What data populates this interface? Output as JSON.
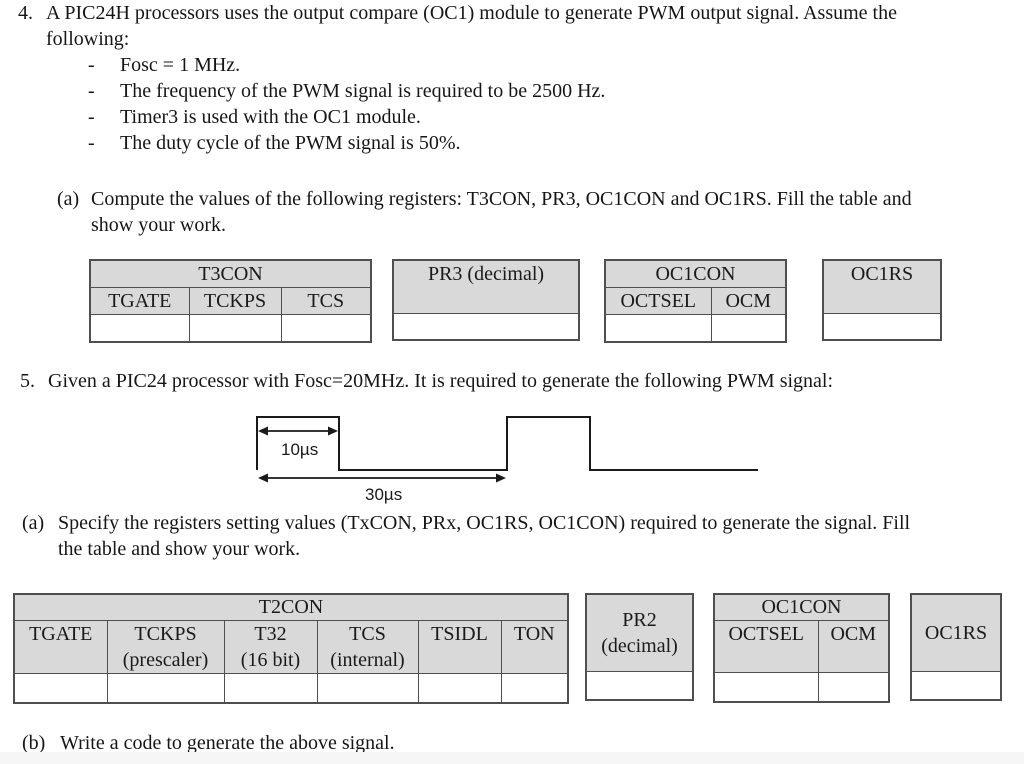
{
  "q4": {
    "number": "4.",
    "line1": "A PIC24H processors uses the output compare (OC1) module to generate PWM output signal. Assume the",
    "line2": "following:",
    "bullets": [
      {
        "dash": "-",
        "text": "Fosc = 1 MHz."
      },
      {
        "dash": "-",
        "text": "The frequency of the PWM signal is required to be 2500 Hz."
      },
      {
        "dash": "-",
        "text": "Timer3 is used with the OC1 module."
      },
      {
        "dash": "-",
        "text": "The duty cycle of the PWM signal is 50%."
      }
    ],
    "part_a": {
      "label": "(a)",
      "line1": "Compute the values of the following registers: T3CON, PR3, OC1CON and OC1RS. Fill the table and",
      "line2": "show your work."
    },
    "tables": {
      "t3con": {
        "title": "T3CON",
        "col1": "TGATE",
        "col2": "TCKPS",
        "col3": "TCS"
      },
      "pr3": {
        "title": "PR3 (decimal)"
      },
      "oc1con": {
        "title": "OC1CON",
        "col1": "OCTSEL",
        "col2": "OCM"
      },
      "oc1rs": {
        "title": "OC1RS"
      }
    }
  },
  "q5": {
    "number": "5.",
    "line1": "Given a PIC24 processor with Fosc=20MHz. It is required to generate the following PWM signal:",
    "waveform": {
      "pulse_width_label": "10µs",
      "period_label": "30µs"
    },
    "part_a": {
      "label": "(a)",
      "line1": "Specify the registers setting values (TxCON, PRx, OC1RS, OC1CON) required to generate the signal. Fill",
      "line2": "the table and show your work."
    },
    "tables": {
      "t2con": {
        "title": "T2CON",
        "columns": [
          {
            "line1": "TGATE",
            "line2": ""
          },
          {
            "line1": "TCKPS",
            "line2": "(prescaler)"
          },
          {
            "line1": "T32",
            "line2": "(16 bit)"
          },
          {
            "line1": "TCS",
            "line2": "(internal)"
          },
          {
            "line1": "TSIDL",
            "line2": ""
          },
          {
            "line1": "TON",
            "line2": ""
          }
        ]
      },
      "pr2": {
        "title_line1": "PR2",
        "title_line2": "(decimal)"
      },
      "oc1con": {
        "title": "OC1CON",
        "col1": "OCTSEL",
        "col2": "OCM"
      },
      "oc1rs": {
        "title": "OC1RS"
      }
    },
    "part_b": {
      "label": "(b)",
      "text": "Write a code to generate the above signal."
    }
  }
}
